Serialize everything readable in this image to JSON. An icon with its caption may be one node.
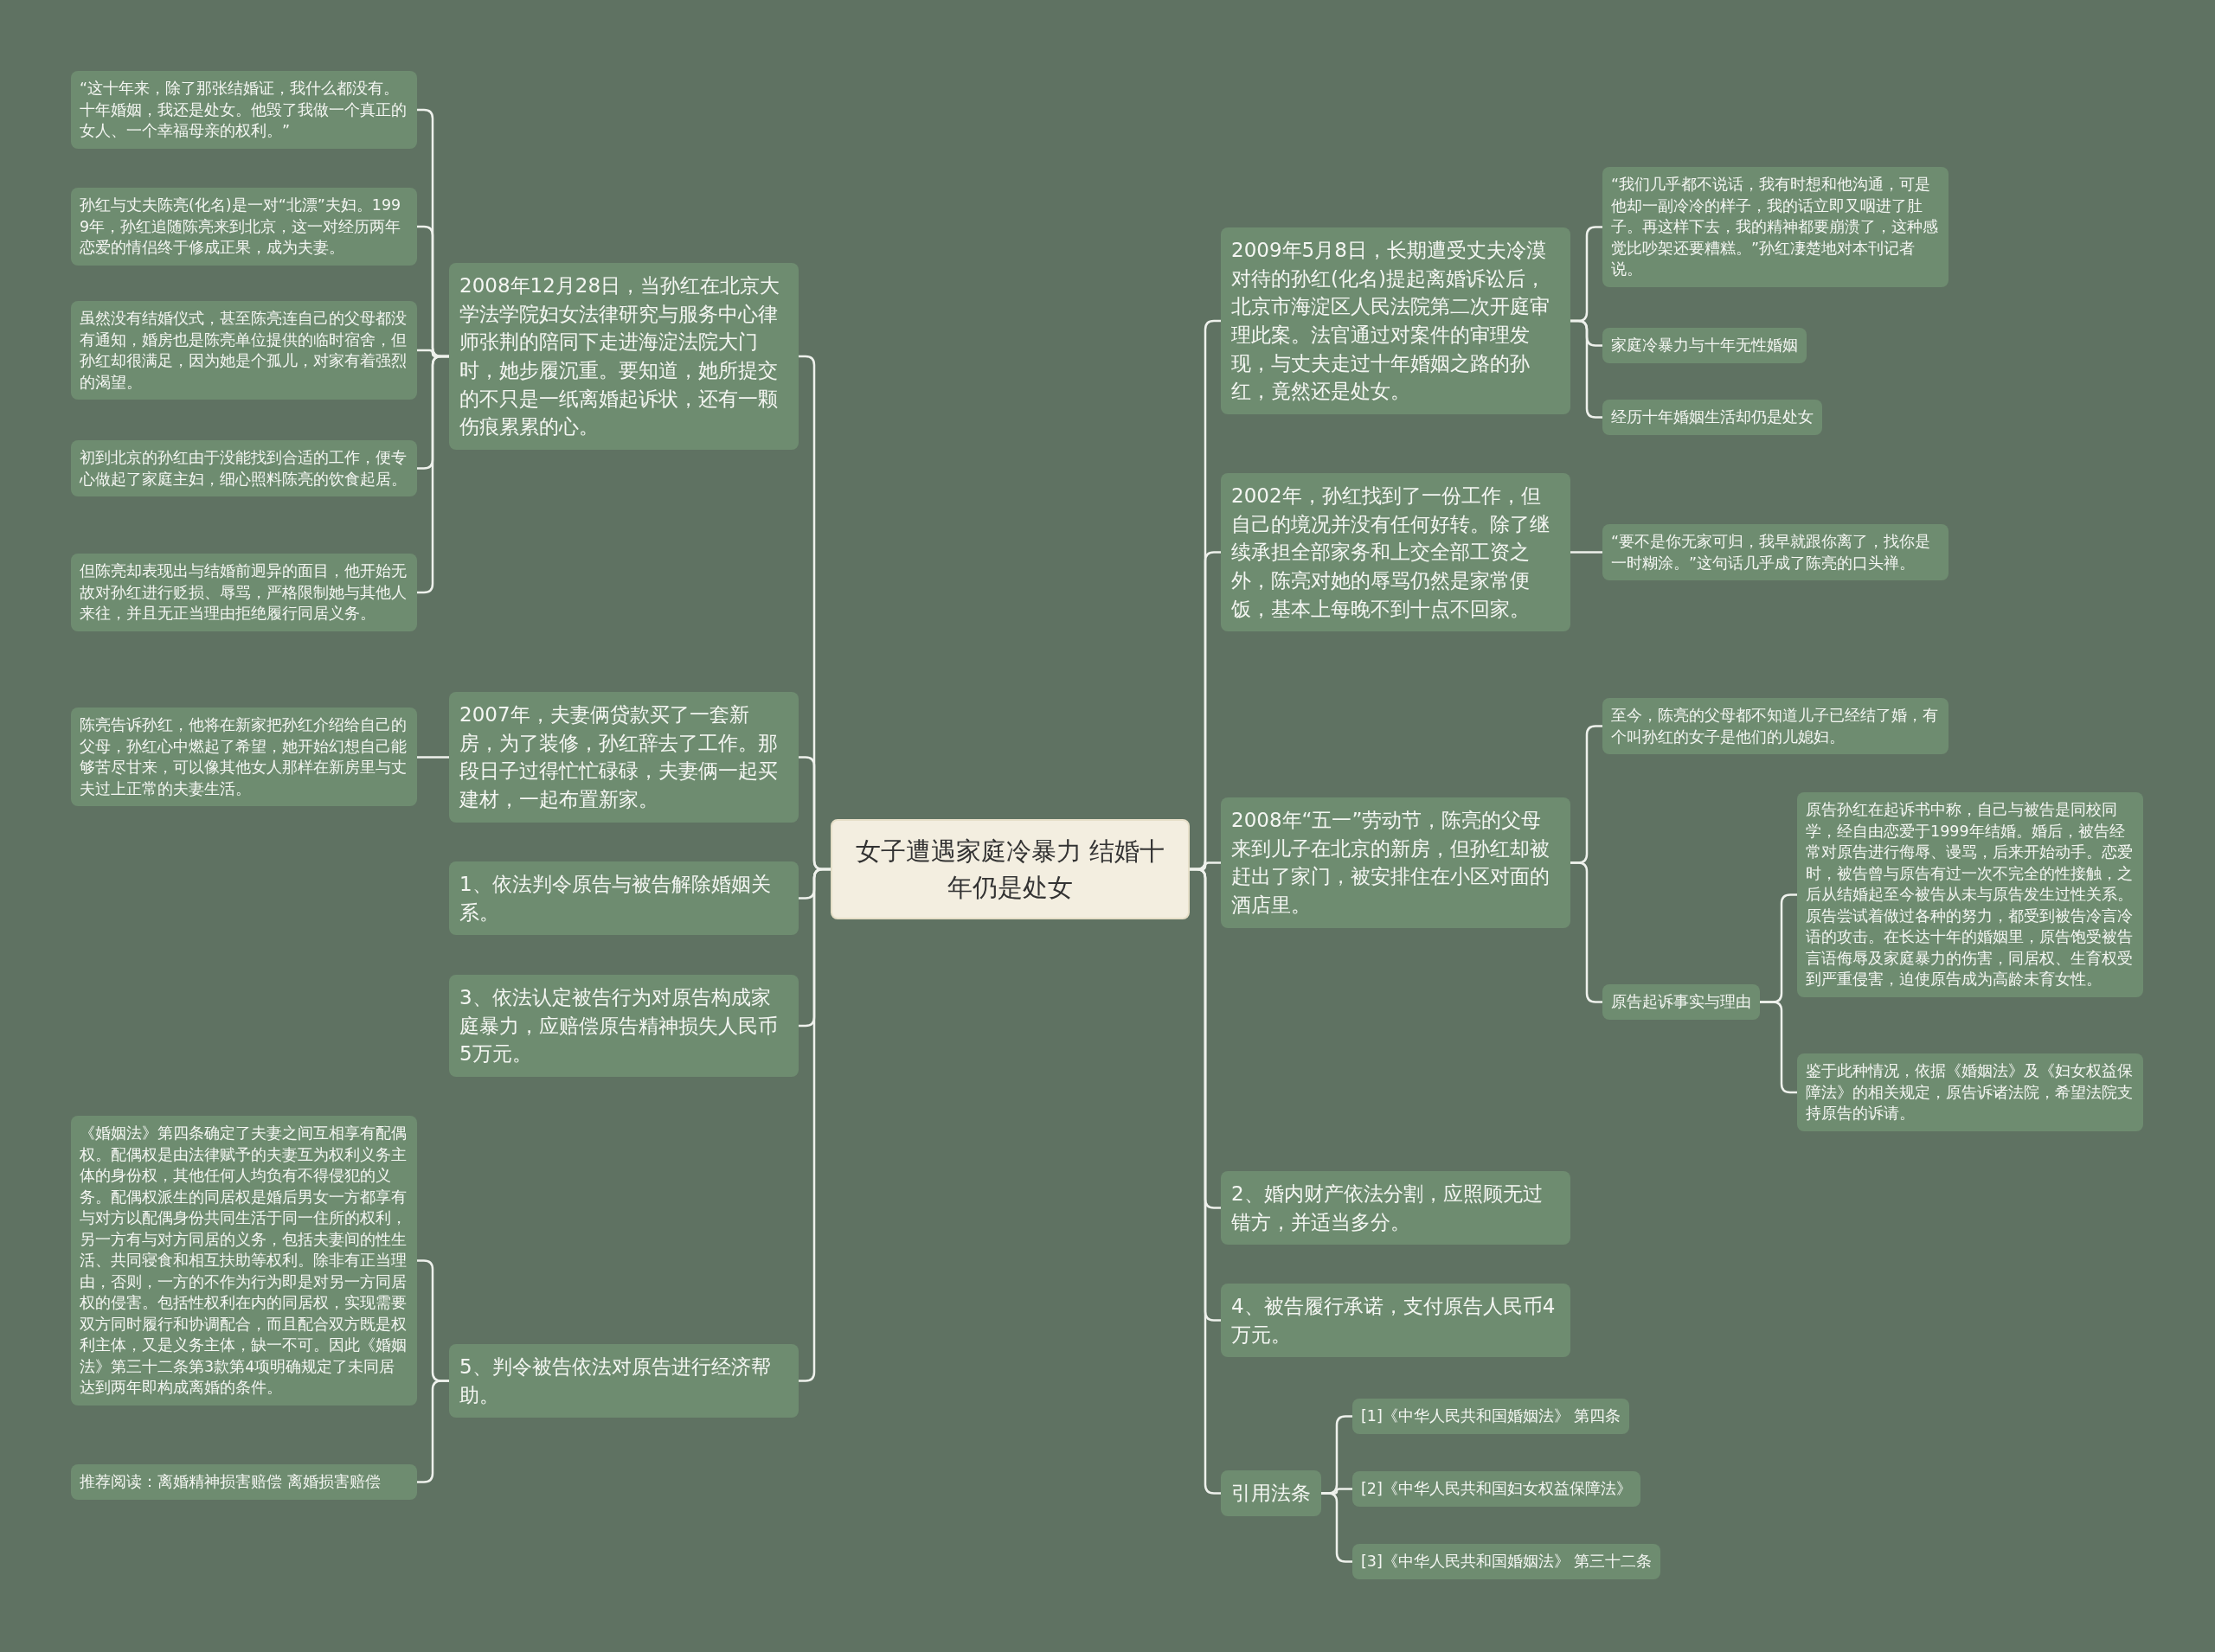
{
  "diagram": {
    "nodes": [
      {
        "text": [
          "女子遭遇家庭冷暴力 结婚十年仍是处女"
        ]
      },
      {
        "text": [
          "2008年12月28日，当孙红在北京大学法学院妇女法律研究与服务中心律师张荆的陪同下走进海淀法院大门时，她步履沉重。要知道，她所提交的不只是一纸离婚起诉状，还有一颗伤痕累累的心。"
        ]
      },
      {
        "text": [
          "“这十年来，除了那张结婚证，我什么都没有。十年婚姻，我还是处女。他毁了我做一个真正的女人、一个幸福母亲的权利。”"
        ]
      },
      {
        "text": [
          "孙红与丈夫陈亮(化名)是一对“北漂”夫妇。1999年，孙红追随陈亮来到北京，这一对经历两年恋爱的情侣终于修成正果，成为夫妻。"
        ]
      },
      {
        "text": [
          "虽然没有结婚仪式，甚至陈亮连自己的父母都没有通知，婚房也是陈亮单位提供的临时宿舍，但孙红却很满足，因为她是个孤儿，对家有着强烈的渴望。"
        ]
      },
      {
        "text": [
          "初到北京的孙红由于没能找到合适的工作，便专心做起了家庭主妇，细心照料陈亮的饮食起居。"
        ]
      },
      {
        "text": [
          "但陈亮却表现出与结婚前迥异的面目，他开始无故对孙红进行贬损、辱骂，严格限制她与其他人来往，并且无正当理由拒绝履行同居义务。"
        ]
      },
      {
        "text": [
          "2007年，夫妻俩贷款买了一套新房，为了装修，孙红辞去了工作。那段日子过得忙忙碌碌，夫妻俩一起买建材，一起布置新家。"
        ]
      },
      {
        "text": [
          "陈亮告诉孙红，他将在新家把孙红介绍给自己的父母，孙红心中燃起了希望，她开始幻想自己能够苦尽甘来，可以像其他女人那样在新房里与丈夫过上正常的夫妻生活。"
        ]
      },
      {
        "text": [
          "1、依法判令原告与被告解除婚姻关系。"
        ]
      },
      {
        "text": [
          "3、依法认定被告行为对原告构成家庭暴力，应赔偿原告精神损失人民币5万元。"
        ]
      },
      {
        "text": [
          "5、判令被告依法对原告进行经济帮助。"
        ]
      },
      {
        "text": [
          "《婚姻法》第四条确定了夫妻之间互相享有配偶权。配偶权是由法律赋予的夫妻互为权利义务主体的身份权，其他任何人均负有不得侵犯的义务。配偶权派生的同居权是婚后男女一方都享有与对方以配偶身份共同生活于同一住所的权利，另一方有与对方同居的义务，包括夫妻间的性生活、共同寝食和相互扶助等权利。除非有正当理由，否则，一方的不作为行为即是对另一方同居权的侵害。包括性权利在内的同居权，实现需要双方同时履行和协调配合，而且配合双方既是权利主体，又是义务主体，缺一不可。因此《婚姻法》第三十二条第3款第4项明确规定了未同居达到两年即构成离婚的条件。"
        ]
      },
      {
        "text": [
          "推荐阅读：离婚精神损害赔偿 离婚损害赔偿"
        ]
      },
      {
        "text": [
          "2009年5月8日，长期遭受丈夫冷漠对待的孙红(化名)提起离婚诉讼后，北京市海淀区人民法院第二次开庭审理此案。法官通过对案件的审理发现，与丈夫走过十年婚姻之路的孙红，竟然还是处女。"
        ]
      },
      {
        "text": [
          "“我们几乎都不说话，我有时想和他沟通，可是他却一副冷冷的样子，我的话立即又咽进了肚子。再这样下去，我的精神都要崩溃了，这种感觉比吵架还要糟糕。”孙红凄楚地对本刊记者说。"
        ]
      },
      {
        "text": [
          "家庭冷暴力与十年无性婚姻"
        ]
      },
      {
        "text": [
          "经历十年婚姻生活却仍是处女"
        ]
      },
      {
        "text": [
          "2002年，孙红找到了一份工作，但自己的境况并没有任何好转。除了继续承担全部家务和上交全部工资之外，陈亮对她的辱骂仍然是家常便饭，基本上每晚不到十点不回家。"
        ]
      },
      {
        "text": [
          "“要不是你无家可归，我早就跟你离了，找你是一时糊涂。”这句话几乎成了陈亮的口头禅。"
        ]
      },
      {
        "text": [
          "2008年“五一”劳动节，陈亮的父母来到儿子在北京的新房，但孙红却被赶出了家门，被安排住在小区对面的酒店里。"
        ]
      },
      {
        "text": [
          "至今，陈亮的父母都不知道儿子已经结了婚，有个叫孙红的女子是他们的儿媳妇。"
        ]
      },
      {
        "text": [
          "原告起诉事实与理由"
        ]
      },
      {
        "text": [
          "原告孙红在起诉书中称，自己与被告是同校同学，经自由恋爱于1999年结婚。婚后，被告经常对原告进行侮辱、谩骂，后来开始动手。恋爱时，被告曾与原告有过一次不完全的性接触，之后从结婚起至今被告从未与原告发生过性关系。原告尝试着做过各种的努力，都受到被告冷言冷语的攻击。在长达十年的婚姻里，原告饱受被告言语侮辱及家庭暴力的伤害，同居权、生育权受到严重侵害，迫使原告成为高龄未育女性。"
        ]
      },
      {
        "text": [
          "鉴于此种情况，依据《婚姻法》及《妇女权益保障法》的相关规定，原告诉诸法院，希望法院支持原告的诉请。"
        ]
      },
      {
        "text": [
          "2、婚内财产依法分割，应照顾无过错方，并适当多分。"
        ]
      },
      {
        "text": [
          "4、被告履行承诺，支付原告人民币4万元。"
        ]
      },
      {
        "text": [
          "引用法条"
        ]
      },
      {
        "text": [
          "[1]《中华人民共和国婚姻法》 第四条"
        ]
      },
      {
        "text": [
          "[2]《中华人民共和国妇女权益保障法》"
        ]
      },
      {
        "text": [
          "[3]《中华人民共和国婚姻法》 第三十二条"
        ]
      }
    ],
    "edges": [
      {
        "from": 0,
        "to": 1,
        "arrow": "none"
      },
      {
        "from": 1,
        "to": 2,
        "arrow": "none"
      },
      {
        "from": 1,
        "to": 3,
        "arrow": "none"
      },
      {
        "from": 1,
        "to": 4,
        "arrow": "none"
      },
      {
        "from": 1,
        "to": 5,
        "arrow": "none"
      },
      {
        "from": 1,
        "to": 6,
        "arrow": "none"
      },
      {
        "from": 0,
        "to": 7,
        "arrow": "none"
      },
      {
        "from": 7,
        "to": 8,
        "arrow": "none"
      },
      {
        "from": 0,
        "to": 9,
        "arrow": "none"
      },
      {
        "from": 0,
        "to": 10,
        "arrow": "none"
      },
      {
        "from": 0,
        "to": 11,
        "arrow": "none"
      },
      {
        "from": 11,
        "to": 12,
        "arrow": "none"
      },
      {
        "from": 11,
        "to": 13,
        "arrow": "none"
      },
      {
        "from": 0,
        "to": 14,
        "arrow": "none"
      },
      {
        "from": 14,
        "to": 15,
        "arrow": "none"
      },
      {
        "from": 14,
        "to": 16,
        "arrow": "none"
      },
      {
        "from": 14,
        "to": 17,
        "arrow": "none"
      },
      {
        "from": 0,
        "to": 18,
        "arrow": "none"
      },
      {
        "from": 18,
        "to": 19,
        "arrow": "none"
      },
      {
        "from": 0,
        "to": 20,
        "arrow": "none"
      },
      {
        "from": 20,
        "to": 21,
        "arrow": "none"
      },
      {
        "from": 20,
        "to": 22,
        "arrow": "none"
      },
      {
        "from": 22,
        "to": 23,
        "arrow": "none"
      },
      {
        "from": 22,
        "to": 24,
        "arrow": "none"
      },
      {
        "from": 0,
        "to": 25,
        "arrow": "none"
      },
      {
        "from": 0,
        "to": 26,
        "arrow": "none"
      },
      {
        "from": 0,
        "to": 27,
        "arrow": "none"
      },
      {
        "from": 27,
        "to": 28,
        "arrow": "none"
      },
      {
        "from": 27,
        "to": 29,
        "arrow": "none"
      },
      {
        "from": 27,
        "to": 30,
        "arrow": "none"
      }
    ]
  }
}
